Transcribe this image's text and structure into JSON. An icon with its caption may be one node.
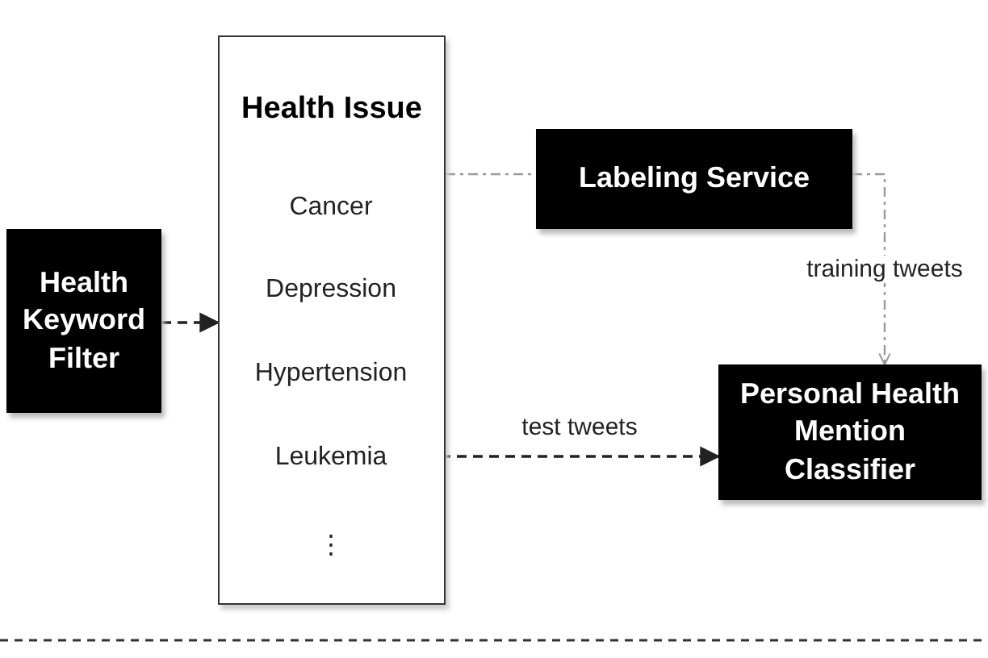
{
  "diagram": {
    "nodes": [
      {
        "text": [
          "Health Keyword Filter"
        ]
      },
      {
        "text": [
          "Health Issue"
        ]
      },
      {
        "text": [
          "Cancer"
        ],
        "in": 1
      },
      {
        "text": [
          "Depression"
        ],
        "in": 1
      },
      {
        "text": [
          "Hypertension"
        ],
        "in": 1
      },
      {
        "text": [
          "Leukemia"
        ],
        "in": 1
      },
      {
        "text": [
          "⋮"
        ],
        "in": 1
      },
      {
        "text": [
          "Labeling Service"
        ]
      },
      {
        "text": [
          "Personal Health Mention Classifier"
        ]
      }
    ],
    "edges": [
      {
        "from": 0,
        "to": 1,
        "arrow": "to",
        "style": "dashed"
      },
      {
        "from": 5,
        "to": 8,
        "arrow": "to",
        "style": "dashed",
        "label": "test tweets"
      },
      {
        "from": 1,
        "to": 7,
        "arrow": "none",
        "style": "dashed",
        "color": "#999999"
      },
      {
        "from": 7,
        "to": 8,
        "arrow": "to",
        "style": "dashed",
        "color": "#999999",
        "label": "training tweets"
      }
    ]
  }
}
